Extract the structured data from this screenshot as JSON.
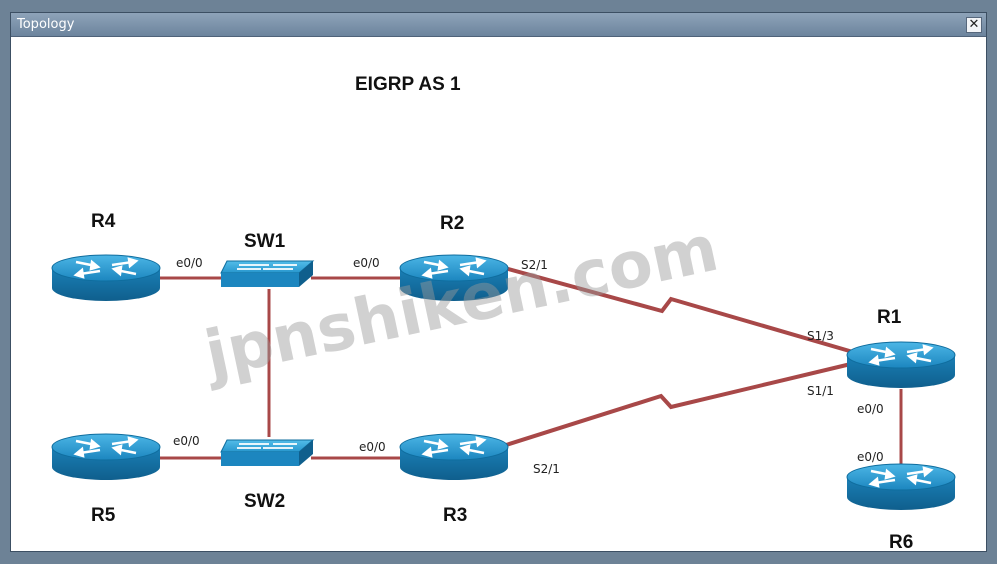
{
  "window": {
    "title": "Topology",
    "close_glyph": "✕"
  },
  "diagram": {
    "title": "EIGRP AS 1",
    "watermark": "jpnshiken.com",
    "devices": {
      "r1": "R1",
      "r2": "R2",
      "r3": "R3",
      "r4": "R4",
      "r5": "R5",
      "r6": "R6",
      "sw1": "SW1",
      "sw2": "SW2"
    },
    "interfaces": {
      "r4_sw1": "e0/0",
      "sw1_r2": "e0/0",
      "r5_sw2": "e0/0",
      "sw2_r3": "e0/0",
      "r2_serial": "S2/1",
      "r3_serial": "S2/1",
      "r1_to_r2": "S1/3",
      "r1_to_r3": "S1/1",
      "r1_to_r6": "e0/0",
      "r6_to_r1": "e0/0"
    },
    "colors": {
      "router": "#1e8fc6",
      "link": "#a84848",
      "icon": "router-icon"
    }
  }
}
